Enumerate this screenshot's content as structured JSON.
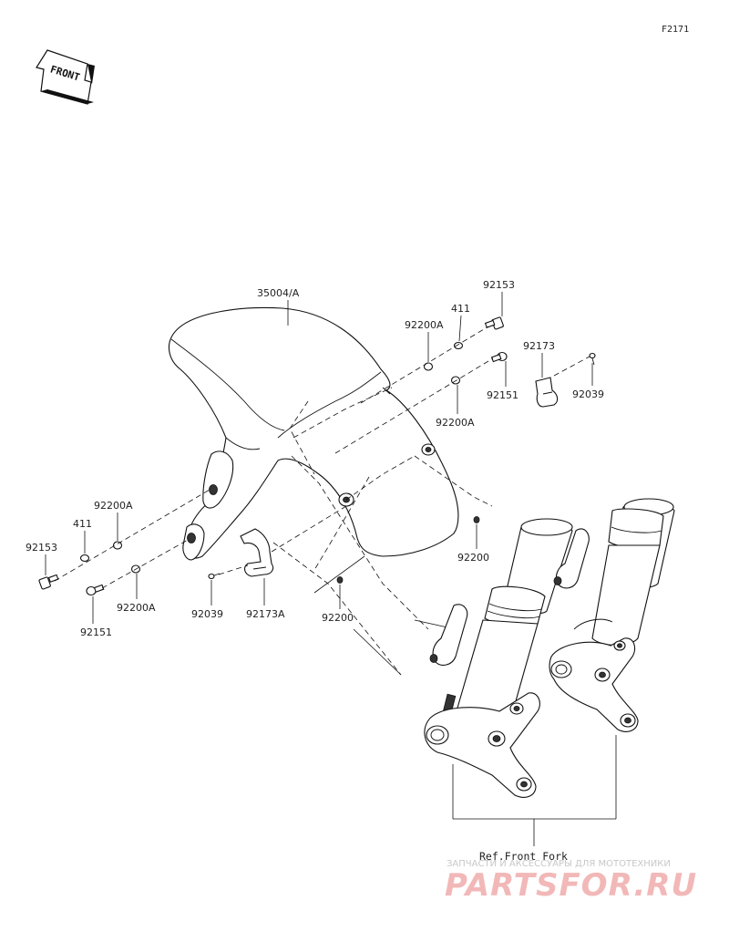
{
  "diagram_code": "F2171",
  "front_badge": "FRONT",
  "parts": {
    "fender": "35004/A",
    "bolt_right_upper": "92153",
    "collar_right_upper": "411",
    "washer_right_upper": "92200A",
    "bolt_right_lower": "92151",
    "washer_right_lower": "92200A",
    "clamp_right": "92173",
    "screw_right": "92039",
    "nut_right": "92200",
    "washer_left_upper": "92200A",
    "collar_left": "411",
    "bolt_left_upper": "92153",
    "washer_left_lower": "92200A",
    "bolt_left_lower": "92151",
    "screw_left": "92039",
    "clamp_left": "92173A",
    "nut_left": "92200"
  },
  "reference": "Ref.Front Fork",
  "watermark": {
    "tagline": "ЗАПЧАСТИ И АКСЕССУАРЫ ДЛЯ МОТОТЕХНИКИ",
    "brand": "PARTSFOR.RU"
  }
}
